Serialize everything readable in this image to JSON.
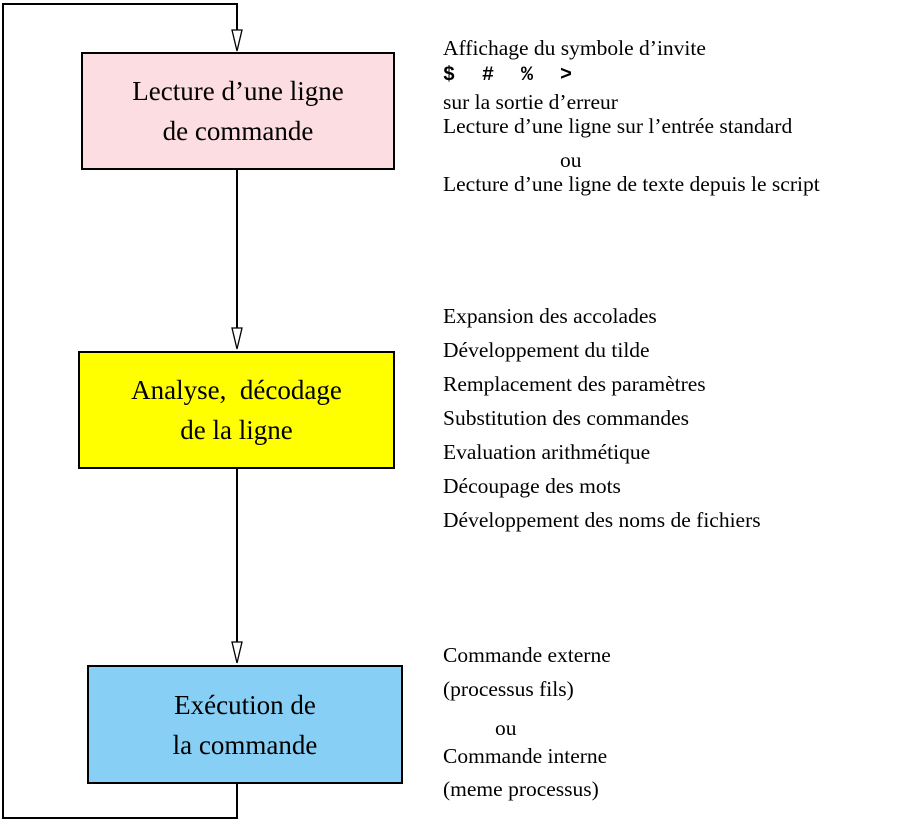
{
  "diagram": {
    "boxes": [
      {
        "label": "Lecture d’une ligne\nde commande",
        "color": "#fcdde2"
      },
      {
        "label": "Analyse,  décodage\nde la ligne",
        "color": "#ffff00"
      },
      {
        "label": "Exécution de\nla commande",
        "color": "#87cff5"
      }
    ],
    "annotations": {
      "read": {
        "line1": "Affichage du symbole d’invite",
        "prompt_symbols": "$  #  %  >",
        "line2": "sur la sortie d’erreur",
        "line3": "Lecture d’une ligne sur l’entrée standard",
        "or": "ou",
        "line4": "Lecture d’une ligne de texte depuis le script"
      },
      "analyse": {
        "items": [
          "Expansion des accolades",
          "Développement du tilde",
          "Remplacement des paramètres",
          "Substitution des commandes",
          "Evaluation arithmétique",
          "Découpage des mots",
          "Développement des noms de fichiers"
        ]
      },
      "execute": {
        "line1": "Commande externe",
        "line2": "(processus fils)",
        "or": "ou",
        "line3": "Commande interne",
        "line4": "(meme processus)"
      }
    },
    "colors": {
      "line": "#000000",
      "box1_fill": "#fcdde2",
      "box2_fill": "#ffff00",
      "box3_fill": "#87cff5"
    }
  }
}
